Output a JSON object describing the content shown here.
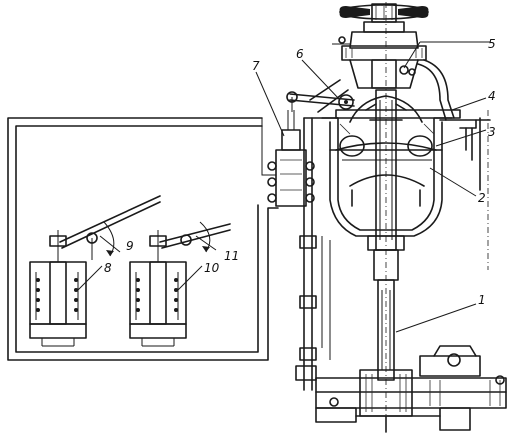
{
  "diagram": {
    "labels": [
      {
        "id": "1",
        "text": "1"
      },
      {
        "id": "2",
        "text": "2"
      },
      {
        "id": "3",
        "text": "3"
      },
      {
        "id": "4",
        "text": "4"
      },
      {
        "id": "5",
        "text": "5"
      },
      {
        "id": "6",
        "text": "6"
      },
      {
        "id": "7",
        "text": "7"
      },
      {
        "id": "8",
        "text": "8"
      },
      {
        "id": "9",
        "text": "9"
      },
      {
        "id": "10",
        "text": "10"
      },
      {
        "id": "11",
        "text": "11"
      }
    ],
    "stroke_color": "#1a1a1a",
    "background_color": "#ffffff"
  }
}
